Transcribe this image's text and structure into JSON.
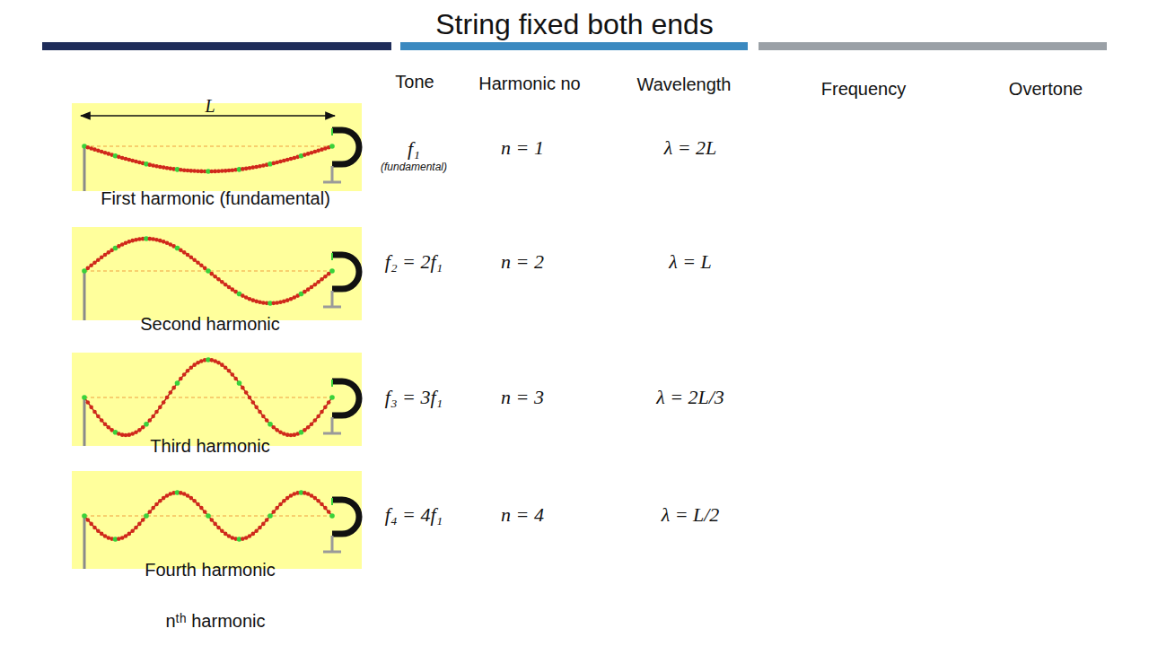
{
  "diagram": {
    "title": "String fixed both ends",
    "labels": [
      "Tone",
      "Harmonic no",
      "Wavelength",
      "Frequency",
      "Overtone",
      "L",
      "f₁",
      "(fundamental)",
      "n = 1",
      "λ = 2L",
      "First harmonic (fundamental)",
      "f₂ = 2f₁",
      "n = 2",
      "λ = L",
      "Second harmonic",
      "f₃ = 3f₁",
      "n = 3",
      "λ = 2L/3",
      "Third harmonic",
      "f₄ = 4f₁",
      "n = 4",
      "λ = L/2",
      "Fourth harmonic",
      "nᵗʰ harmonic"
    ]
  }
}
